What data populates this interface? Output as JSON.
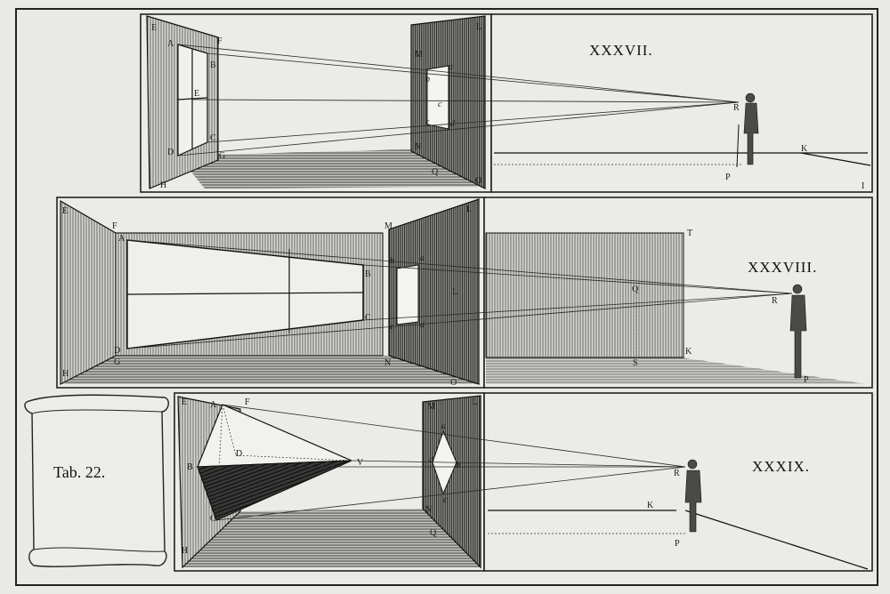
{
  "plate_label": "Tab. 22.",
  "figures": [
    {
      "id": "fig37",
      "numeral": "XXXVII.",
      "letters": [
        "E",
        "F",
        "A",
        "B",
        "E",
        "C",
        "D",
        "G",
        "H",
        "M",
        "L",
        "b",
        "a",
        "c",
        "c",
        "d",
        "N",
        "O",
        "Q",
        "R",
        "K",
        "P",
        "I"
      ]
    },
    {
      "id": "fig38",
      "numeral": "XXXVIII.",
      "letters": [
        "E",
        "F",
        "A",
        "B",
        "C",
        "D",
        "G",
        "H",
        "M",
        "L",
        "b",
        "a",
        "L",
        "c",
        "d",
        "N",
        "O",
        "T",
        "Q",
        "R",
        "S",
        "K",
        "P"
      ]
    },
    {
      "id": "fig39",
      "numeral": "XXXIX.",
      "letters": [
        "E",
        "A",
        "F",
        "B",
        "D",
        "V",
        "C",
        "H",
        "M",
        "L",
        "a",
        "d",
        "b",
        "c",
        "N",
        "Q",
        "R",
        "K",
        "P"
      ]
    }
  ]
}
